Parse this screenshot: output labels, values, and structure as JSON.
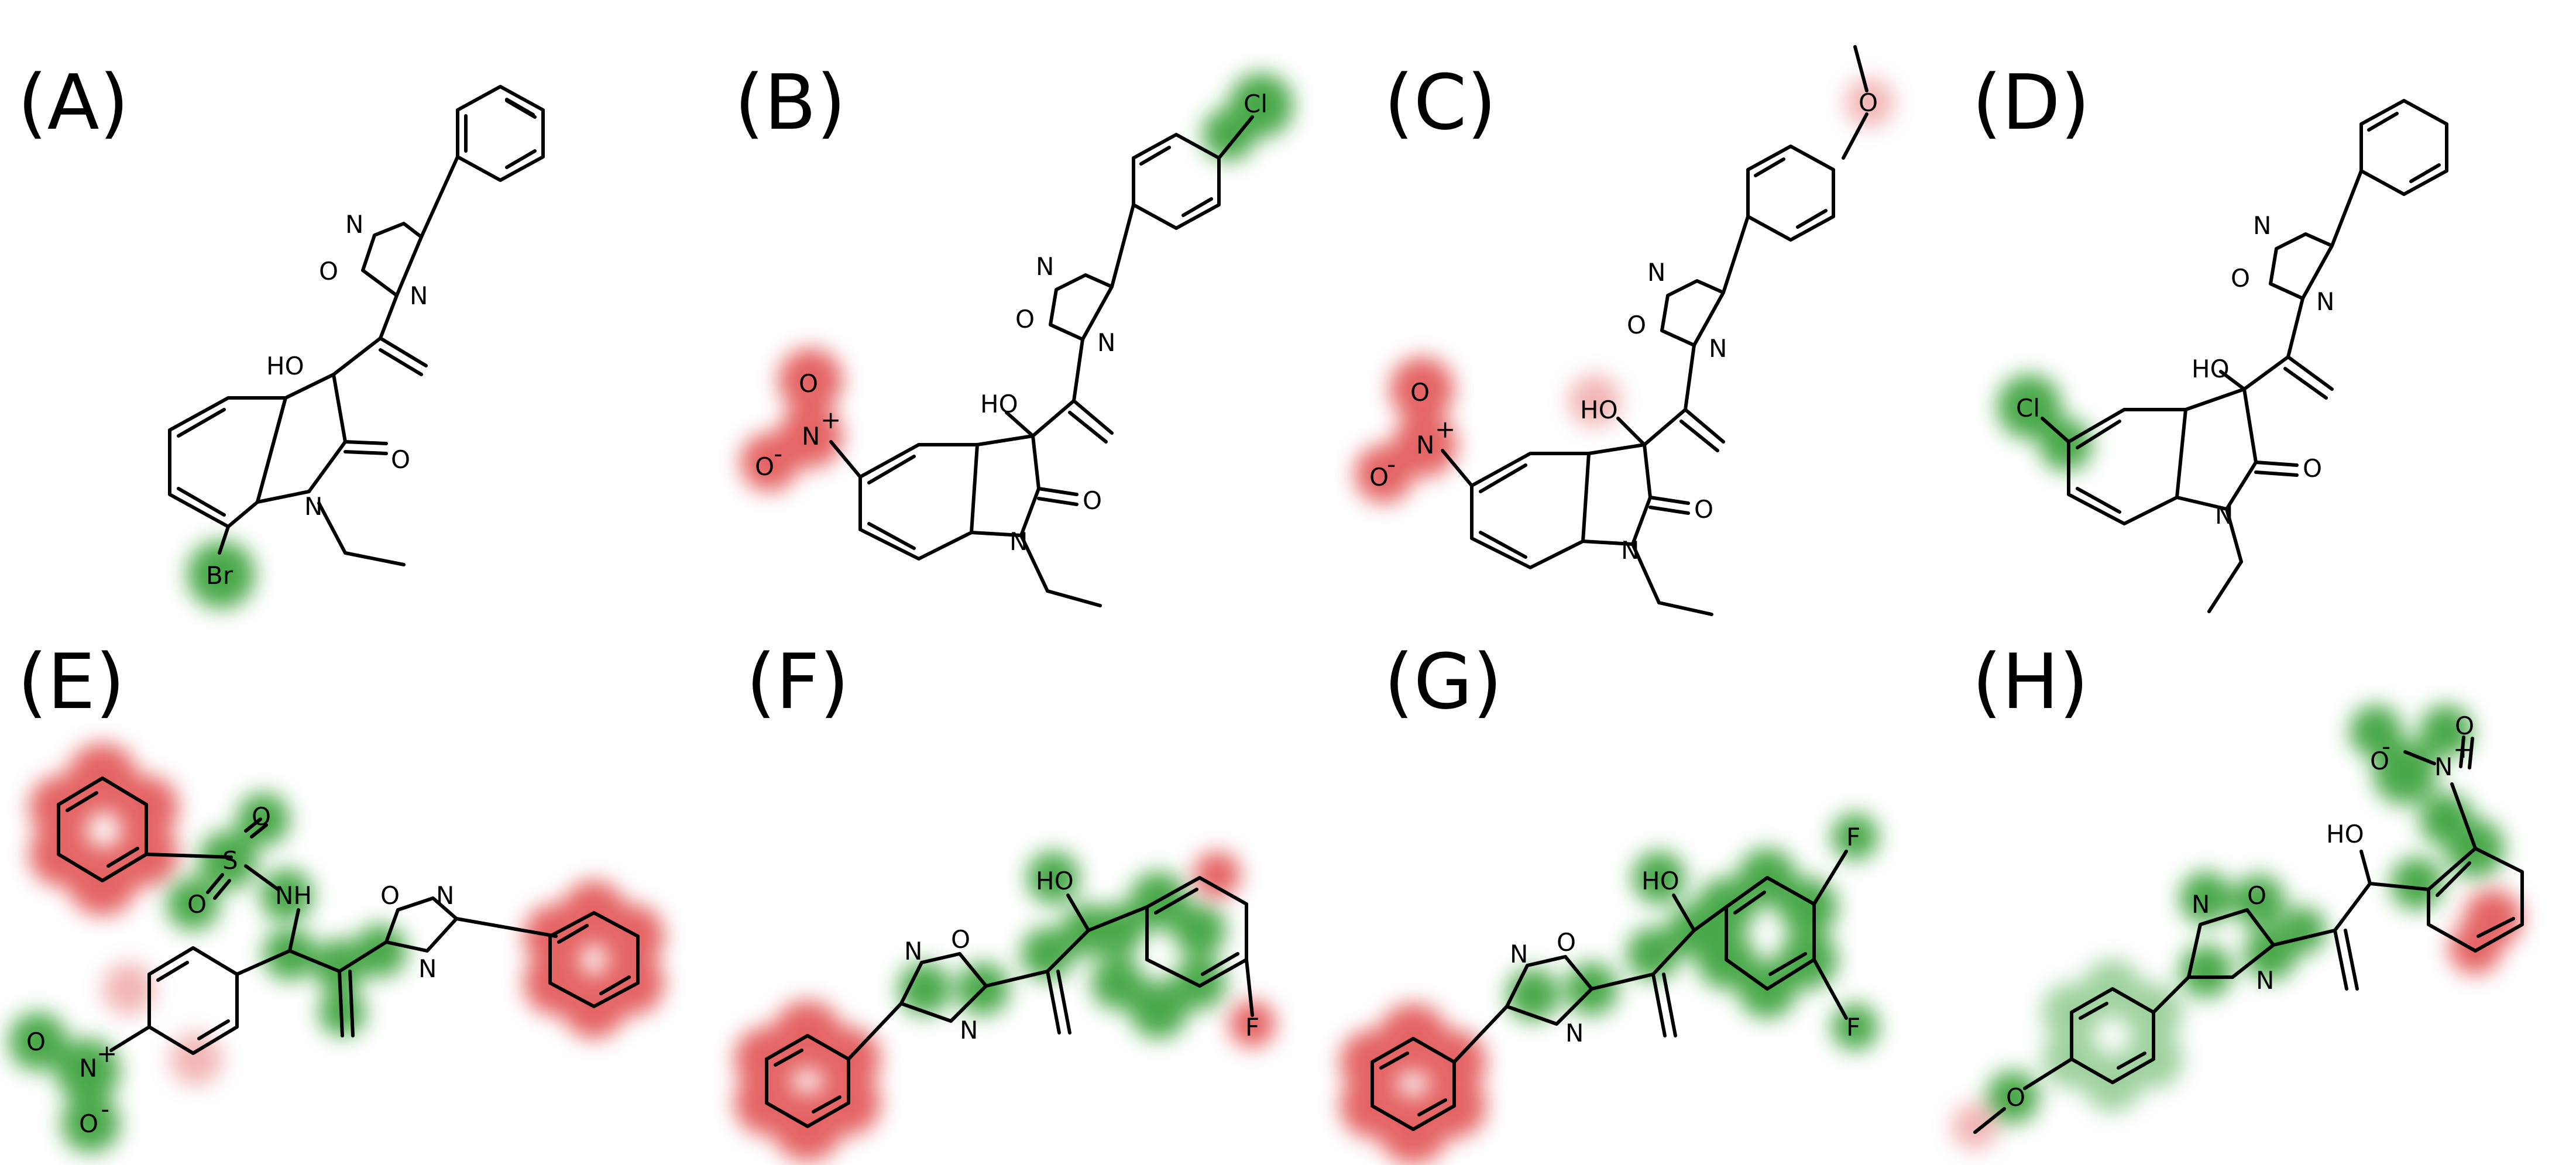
{
  "colors": {
    "positive": "#2a9a2a",
    "negative": "#e04848",
    "bond": "#000000"
  },
  "panels": [
    {
      "label": "(A)",
      "atoms": [
        {
          "text": "N",
          "hl": "none"
        },
        {
          "text": "O",
          "hl": "none"
        },
        {
          "text": "N",
          "hl": "none"
        },
        {
          "text": "HO",
          "hl": "none"
        },
        {
          "text": "O",
          "hl": "none"
        },
        {
          "text": "N",
          "hl": "none"
        },
        {
          "text": "Br",
          "hl": "pos"
        }
      ]
    },
    {
      "label": "(B)",
      "atoms": [
        {
          "text": "Cl",
          "hl": "pos"
        },
        {
          "text": "N",
          "hl": "none"
        },
        {
          "text": "O",
          "hl": "none"
        },
        {
          "text": "N",
          "hl": "none"
        },
        {
          "text": "HO",
          "hl": "none"
        },
        {
          "text": "O",
          "hl": "neg"
        },
        {
          "text": "N",
          "hl": "neg"
        },
        {
          "text": "+",
          "hl": "neg"
        },
        {
          "text": "O",
          "hl": "neg"
        },
        {
          "text": "-",
          "hl": "neg"
        },
        {
          "text": "O",
          "hl": "none"
        },
        {
          "text": "N",
          "hl": "none"
        }
      ]
    },
    {
      "label": "(C)",
      "atoms": [
        {
          "text": "O",
          "hl": "neg"
        },
        {
          "text": "N",
          "hl": "none"
        },
        {
          "text": "O",
          "hl": "none"
        },
        {
          "text": "N",
          "hl": "none"
        },
        {
          "text": "HO",
          "hl": "neg"
        },
        {
          "text": "O",
          "hl": "neg"
        },
        {
          "text": "N",
          "hl": "neg"
        },
        {
          "text": "+",
          "hl": "neg"
        },
        {
          "text": "O",
          "hl": "neg"
        },
        {
          "text": "-",
          "hl": "neg"
        },
        {
          "text": "O",
          "hl": "none"
        },
        {
          "text": "N",
          "hl": "none"
        }
      ]
    },
    {
      "label": "(D)",
      "atoms": [
        {
          "text": "N",
          "hl": "none"
        },
        {
          "text": "O",
          "hl": "none"
        },
        {
          "text": "N",
          "hl": "none"
        },
        {
          "text": "HO",
          "hl": "none"
        },
        {
          "text": "Cl",
          "hl": "pos"
        },
        {
          "text": "O",
          "hl": "none"
        },
        {
          "text": "N",
          "hl": "none"
        }
      ]
    },
    {
      "label": "(E)",
      "atoms": [
        {
          "text": "O",
          "hl": "pos"
        },
        {
          "text": "S",
          "hl": "pos"
        },
        {
          "text": "O",
          "hl": "pos"
        },
        {
          "text": "NH",
          "hl": "pos"
        },
        {
          "text": "O",
          "hl": "none"
        },
        {
          "text": "N",
          "hl": "none"
        },
        {
          "text": "N",
          "hl": "none"
        },
        {
          "text": "O",
          "hl": "pos"
        },
        {
          "text": "N",
          "hl": "pos"
        },
        {
          "text": "+",
          "hl": "pos"
        },
        {
          "text": "O",
          "hl": "pos"
        },
        {
          "text": "-",
          "hl": "pos"
        }
      ]
    },
    {
      "label": "(F)",
      "atoms": [
        {
          "text": "HO",
          "hl": "pos"
        },
        {
          "text": "N",
          "hl": "none"
        },
        {
          "text": "O",
          "hl": "none"
        },
        {
          "text": "N",
          "hl": "pos"
        },
        {
          "text": "F",
          "hl": "neg"
        }
      ]
    },
    {
      "label": "(G)",
      "atoms": [
        {
          "text": "HO",
          "hl": "pos"
        },
        {
          "text": "F",
          "hl": "pos"
        },
        {
          "text": "N",
          "hl": "none"
        },
        {
          "text": "O",
          "hl": "none"
        },
        {
          "text": "N",
          "hl": "pos"
        },
        {
          "text": "F",
          "hl": "pos"
        }
      ]
    },
    {
      "label": "(H)",
      "atoms": [
        {
          "text": "O",
          "hl": "pos"
        },
        {
          "text": "-",
          "hl": "pos"
        },
        {
          "text": "N",
          "hl": "pos"
        },
        {
          "text": "+",
          "hl": "pos"
        },
        {
          "text": "O",
          "hl": "pos"
        },
        {
          "text": "HO",
          "hl": "none"
        },
        {
          "text": "N",
          "hl": "pos"
        },
        {
          "text": "O",
          "hl": "pos"
        },
        {
          "text": "N",
          "hl": "pos"
        },
        {
          "text": "O",
          "hl": "pos"
        }
      ]
    }
  ]
}
